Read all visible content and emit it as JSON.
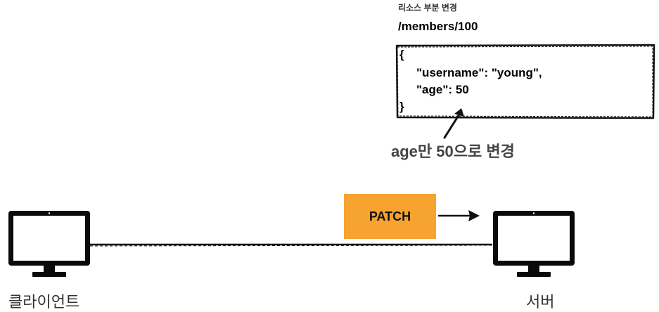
{
  "resource_caption": "리소스 부분 변경",
  "resource_path": "/members/100",
  "json_body": {
    "open": "{",
    "line1": "\"username\": \"young\",",
    "line2_key": "\"age\": ",
    "line2_value": "50",
    "close": "}"
  },
  "annotation": "age만 50으로 변경",
  "method": "PATCH",
  "client_label": "클라이언트",
  "server_label": "서버"
}
